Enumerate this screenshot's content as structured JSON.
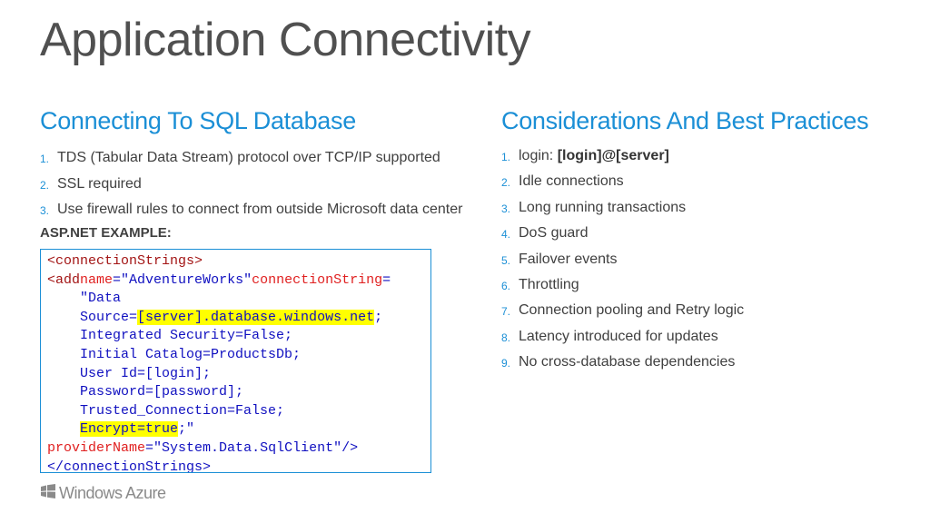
{
  "title": "Application Connectivity",
  "left": {
    "heading": "Connecting To SQL Database",
    "items": [
      {
        "num": "1.",
        "text": "TDS (Tabular Data Stream) protocol over TCP/IP supported"
      },
      {
        "num": "2.",
        "text": "SSL required"
      },
      {
        "num": "3.",
        "text": "Use firewall rules to connect from outside Microsoft data center"
      }
    ],
    "example_label": "ASP.NET EXAMPLE:",
    "code": {
      "l1": "<connectionStrings>",
      "l2_tag": "<add",
      "l2_attr1": "name",
      "l2_eq1": "=",
      "l2_val1": "\"AdventureWorks\"",
      "l2_attr2": "connectionString",
      "l2_eq2": "=",
      "l3": "\"Data",
      "l4_a": "Source=",
      "l4_hl": "[server].database.windows.net",
      "l4_b": ";",
      "l5": "Integrated Security=False;",
      "l6": "Initial Catalog=ProductsDb;",
      "l7": "User Id=[login];",
      "l8": "Password=[password];",
      "l9": "Trusted_Connection=False;",
      "l10_hl": "Encrypt=true",
      "l10_b": ";\"",
      "l11_attr": "providerName",
      "l11_eq": "=",
      "l11_val": "\"System.Data.SqlClient\"",
      "l11_end": "/>",
      "l12": "</connectionStrings>"
    }
  },
  "right": {
    "heading": "Considerations And Best Practices",
    "login_prefix": "login: ",
    "login_value": "[login]@[server]",
    "items": [
      {
        "num": "2.",
        "text": "Idle connections"
      },
      {
        "num": "3.",
        "text": "Long running transactions"
      },
      {
        "num": "4.",
        "text": "DoS guard"
      },
      {
        "num": "5.",
        "text": "Failover events"
      },
      {
        "num": "6.",
        "text": "Throttling"
      },
      {
        "num": "7.",
        "text": "Connection pooling and Retry logic"
      },
      {
        "num": "8.",
        "text": "Latency introduced for updates"
      },
      {
        "num": "9.",
        "text": "No cross-database dependencies"
      }
    ],
    "first_num": "1."
  },
  "footer": {
    "logo_text": "Windows Azure",
    "logo_icon": "windows-flag-icon"
  },
  "colors": {
    "accent": "#1b8fd6",
    "title": "#505050",
    "highlight": "#ffff00"
  }
}
